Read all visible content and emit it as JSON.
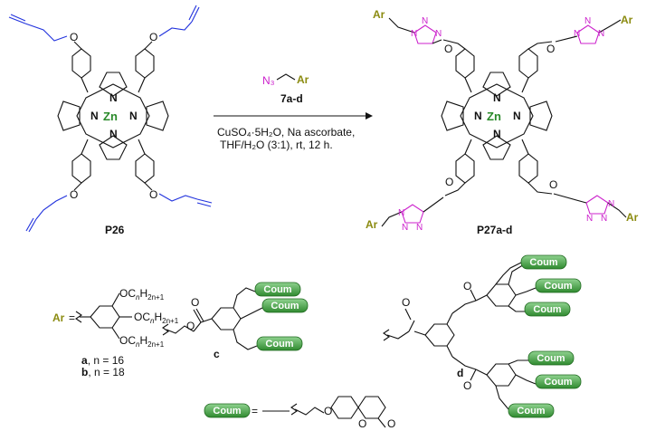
{
  "reagents": {
    "azide_group": "N₃",
    "azide_ar": "Ar",
    "azide_id": "7a-d",
    "cond1": "CuSO₄·5H₂O, Na ascorbate,",
    "cond2": "THF/H₂O (3:1), rt, 12 h."
  },
  "compounds": {
    "start": "P26",
    "product": "P27a-d",
    "zn": "Zn",
    "n": "N",
    "o": "O",
    "ar": "Ar"
  },
  "legend": {
    "ar_label": "Ar",
    "equals": "=",
    "oc_prefix": "OC",
    "h_mid": "H",
    "sub_n": "n",
    "sub_2n1": "2n+1",
    "a_letter": "a",
    "a_rest": ", n = 16",
    "b_letter": "b",
    "b_rest": ", n = 18",
    "c_label": "c",
    "d_label": "d",
    "coum": "Coum"
  },
  "colors": {
    "zinc": "#2a8a2a",
    "ar": "#8b8b10",
    "alkyne": "#2233dd",
    "triazole": "#cc22cc",
    "coum_fill": "#3a9a3a"
  }
}
